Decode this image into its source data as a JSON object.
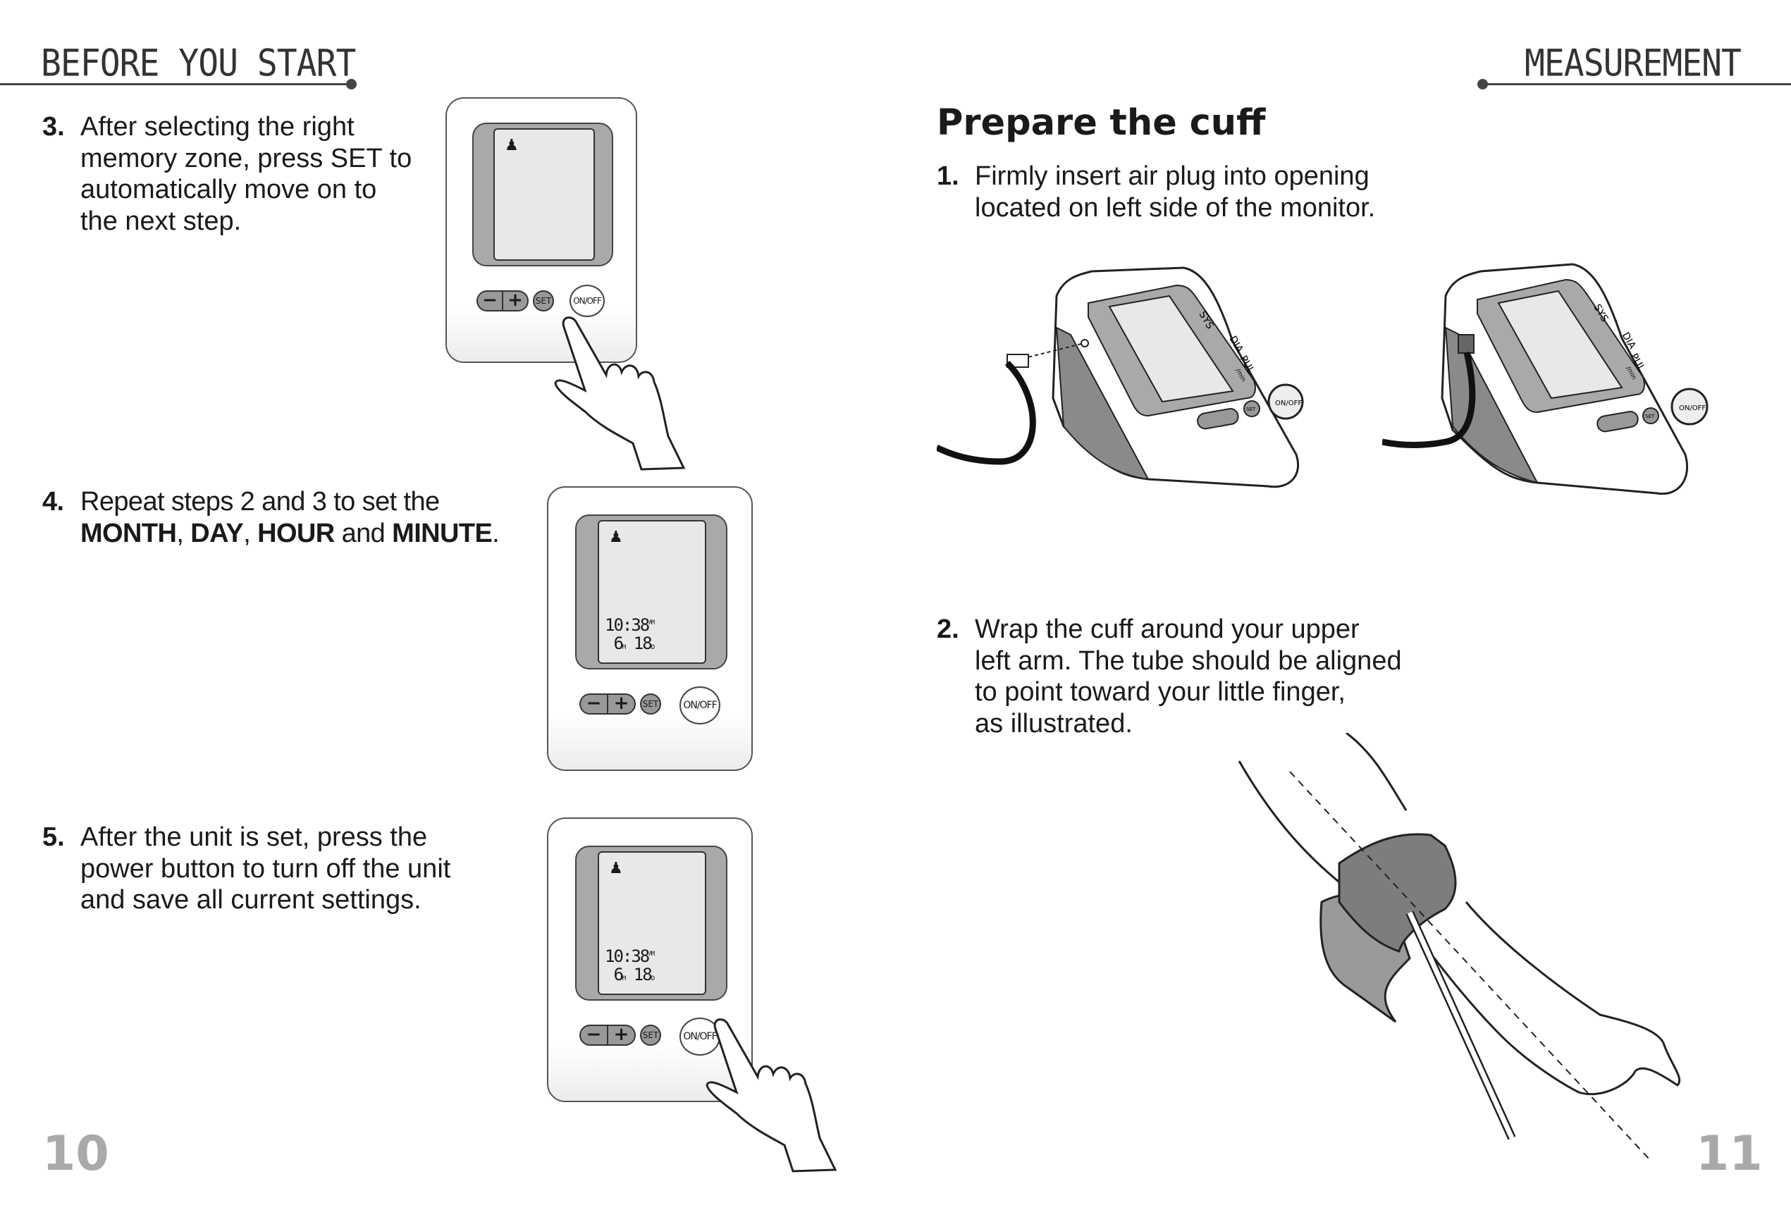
{
  "left_page": {
    "section_header": "BEFORE YOU START",
    "page_number": "10",
    "steps": [
      {
        "number": "3.",
        "lines": [
          "After selecting the right",
          "memory zone, press SET to",
          "automatically move on to",
          "the next step."
        ]
      },
      {
        "number": "4.",
        "line1": "Repeat steps 2 and 3 to set the",
        "month": "MONTH",
        "sep1": ", ",
        "day": "DAY",
        "sep2": ", ",
        "hour": "HOUR",
        "and": " and ",
        "minute": "MINUTE",
        "end": "."
      },
      {
        "number": "5.",
        "lines": [
          "After the unit is set, press the",
          "power button to turn off the unit",
          "and save all current settings."
        ]
      }
    ],
    "device": {
      "minus": "−",
      "plus": "+",
      "set": "SET",
      "onoff": "ON/OFF",
      "user_icon": "user-1-icon",
      "time": "10:38",
      "ampm": "AM",
      "month_val": "6",
      "month_unit": "M",
      "day_val": "18",
      "day_unit": "D"
    }
  },
  "right_page": {
    "section_header": "MEASUREMENT",
    "page_number": "11",
    "title": "Prepare the cuff",
    "steps": [
      {
        "number": "1.",
        "lines": [
          "Firmly insert air plug into opening",
          "located on left side of the monitor."
        ]
      },
      {
        "number": "2.",
        "lines": [
          "Wrap the cuff around your upper",
          "left arm. The tube should be aligned",
          "to point toward your little finger,",
          "as illustrated."
        ]
      }
    ],
    "monitor": {
      "sys": "SYS",
      "dia": "DIA",
      "pul": "PUL",
      "pul_unit": "/min",
      "set": "SET",
      "onoff": "ON/OFF"
    }
  }
}
